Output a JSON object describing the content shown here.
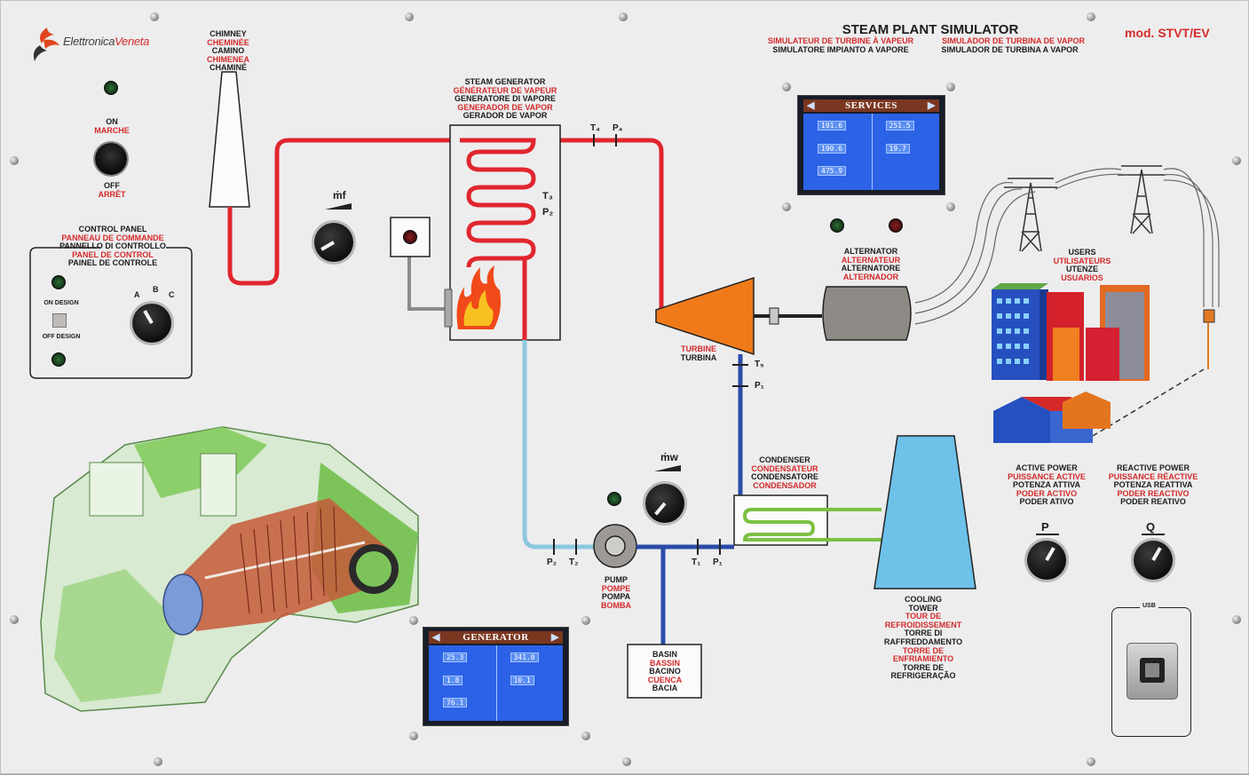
{
  "brand": {
    "name_left": "Elettronica",
    "name_right": "Veneta"
  },
  "title": {
    "main": "STEAM PLANT SIMULATOR",
    "fr": "SIMULATEUR DE TURBINE À VAPEUR",
    "es": "SIMULADOR DE TURBINA DE VAPOR",
    "it": "SIMULATORE IMPIANTO A VAPORE",
    "pt": "SIMULADOR DE TURBINA A VAPOR",
    "model": "mod. STVT/EV"
  },
  "chimney": {
    "en": "CHIMNEY",
    "fr": "CHEMINÉE",
    "it": "CAMINO",
    "es": "CHIMENEA",
    "pt": "CHAMINÉ"
  },
  "power_switch": {
    "on": "ON",
    "on_fr": "MARCHE",
    "off": "OFF",
    "off_fr": "ARRÊT"
  },
  "control_panel": {
    "en": "CONTROL PANEL",
    "fr": "PANNEAU DE COMMANDE",
    "it": "PANNELLO DI CONTROLLO",
    "es": "PANEL DE CONTROL",
    "pt": "PAINEL DE CONTROLE",
    "on_design": "ON DESIGN",
    "off_design": "OFF DESIGN",
    "pos_a": "A",
    "pos_b": "B",
    "pos_c": "C"
  },
  "steam_generator": {
    "en": "STEAM GENERATOR",
    "fr": "GÉNÉRATEUR DE VAPEUR",
    "it": "GENERATORE DI VAPORE",
    "es": "GENERADOR DE VAPOR",
    "pt": "GERADOR DE VAPOR",
    "t3": "T₃",
    "p2": "P₂"
  },
  "sensors": {
    "t4": "T₄",
    "p4": "P₄",
    "t5": "T₅",
    "p1_turbine": "P₁",
    "p2_pump": "P₂",
    "t2_pump": "T₂",
    "t1_cond": "T₁",
    "p1_cond": "P₁"
  },
  "flow_labels": {
    "mf": "ṁf",
    "mw": "ṁw"
  },
  "turbine": {
    "en": "TURBINE",
    "it": "TURBINA"
  },
  "alternator": {
    "en": "ALTERNATOR",
    "fr": "ALTERNATEUR",
    "it": "ALTERNATORE",
    "es": "ALTERNADOR"
  },
  "users": {
    "en": "USERS",
    "fr": "UTILISATEURS",
    "it": "UTENZE",
    "es": "USUARIOS"
  },
  "condenser": {
    "en": "CONDENSER",
    "fr": "CONDENSATEUR",
    "it": "CONDENSATORE",
    "es": "CONDENSADOR"
  },
  "pump": {
    "en": "PUMP",
    "fr": "POMPE",
    "it": "POMPA",
    "es": "BOMBA"
  },
  "basin": {
    "en": "BASIN",
    "fr": "BASSIN",
    "it": "BACINO",
    "es": "CUENCA",
    "pt": "BACIA"
  },
  "cooling_tower": {
    "en1": "COOLING",
    "en2": "TOWER",
    "fr1": "TOUR DE",
    "fr2": "REFROIDISSEMENT",
    "it1": "TORRE DI",
    "it2": "RAFFREDDAMENTO",
    "es1": "TORRE DE",
    "es2": "ENFRIAMIENTO",
    "pt1": "TORRE DE",
    "pt2": "REFRIGERAÇÃO"
  },
  "active_power": {
    "en": "ACTIVE POWER",
    "fr": "PUISSANCE ACTIVE",
    "it": "POTENZA ATTIVA",
    "es": "PODER ACTIVO",
    "pt": "PODER ATIVO",
    "knob": "P"
  },
  "reactive_power": {
    "en": "REACTIVE POWER",
    "fr": "PUISSANCE RÉACTIVE",
    "it": "POTENZA REATTIVA",
    "es": "PODER REACTIVO",
    "pt": "PODER REATIVO",
    "knob": "Q"
  },
  "usb": {
    "label": "USB"
  },
  "services_screen": {
    "title": "SERVICES",
    "left": [
      {
        "value": "191.6"
      },
      {
        "value": "190.6"
      },
      {
        "value": "475.9"
      }
    ],
    "right": [
      {
        "value": "251.5"
      },
      {
        "value": "19.7"
      }
    ]
  },
  "generator_screen": {
    "title": "GENERATOR",
    "left": [
      {
        "value": "25.3"
      },
      {
        "value": "1.8"
      },
      {
        "value": "76.1"
      }
    ],
    "right": [
      {
        "value": "341.0"
      },
      {
        "value": "10.1"
      }
    ]
  },
  "colors": {
    "steam": "#e0262e",
    "cold_water": "#8cc8e0",
    "feed": "#2a4ca8",
    "cooling": "#7bc043",
    "turbine": "#f07a1a",
    "tower": "#6ec1e8"
  }
}
